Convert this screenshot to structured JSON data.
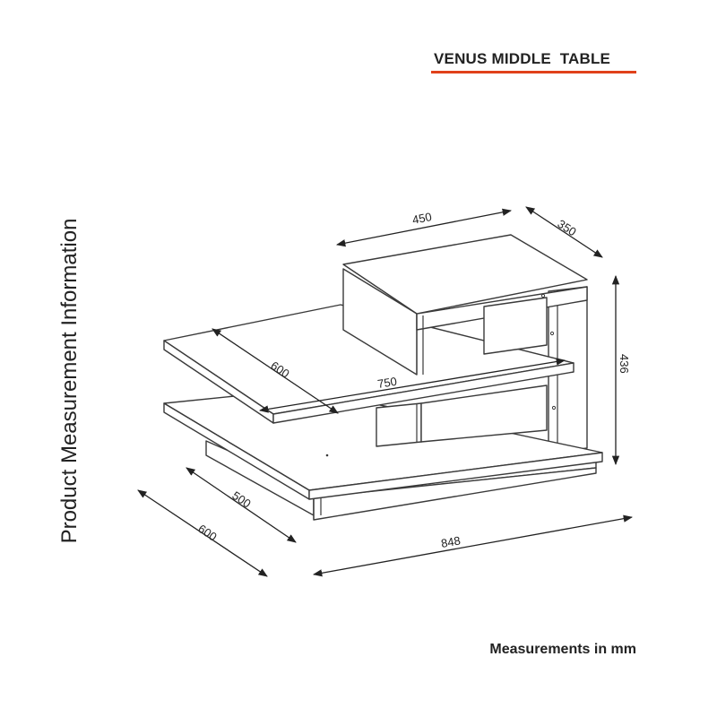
{
  "title": "VENUS MIDDLE  TABLE",
  "side_label": "Product Measurement Information",
  "footer_note": "Measurements in mm",
  "colors": {
    "title_underline": "#e0411a",
    "lines": "#3a3a3a",
    "text": "#222222"
  },
  "dimensions": {
    "top_width": "450",
    "top_depth": "350",
    "height": "436",
    "middle_shelf_depth": "600",
    "middle_shelf_width": "750",
    "bottom_depth_inner": "500",
    "bottom_depth_outer": "600",
    "total_width": "848"
  }
}
